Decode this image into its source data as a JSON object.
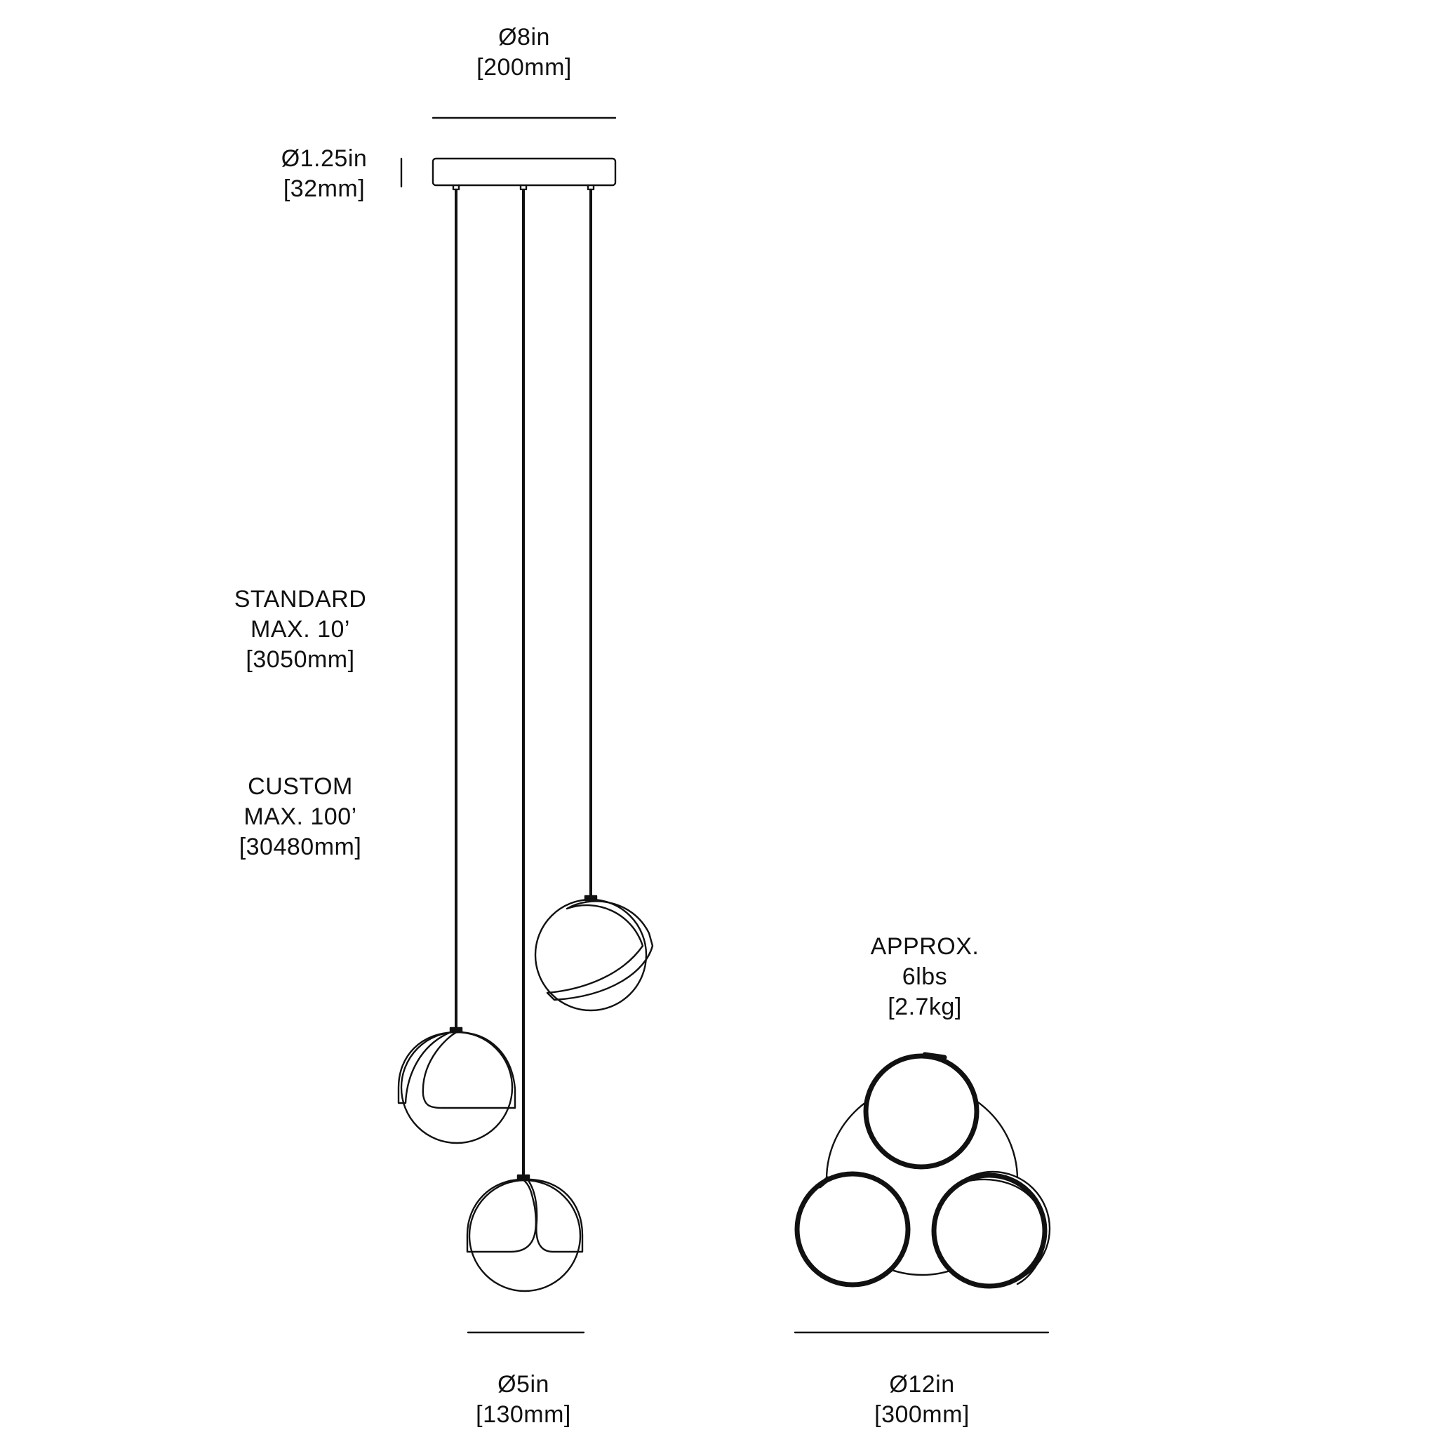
{
  "canopy_width": {
    "in": "Ø8in",
    "mm": "[200mm]"
  },
  "canopy_height": {
    "in": "Ø1.25in",
    "mm": "[32mm]"
  },
  "standard_length": {
    "label": "STANDARD",
    "max": "MAX. 10’",
    "mm": "[3050mm]"
  },
  "custom_length": {
    "label": "CUSTOM",
    "max": "MAX. 100’",
    "mm": "[30480mm]"
  },
  "weight": {
    "label": "APPROX.",
    "lbs": "6lbs",
    "kg": "[2.7kg]"
  },
  "globe_diameter": {
    "in": "Ø5in",
    "mm": "[130mm]"
  },
  "cluster_diameter": {
    "in": "Ø12in",
    "mm": "[300mm]"
  },
  "colors": {
    "line": "#111111",
    "background": "#ffffff"
  }
}
